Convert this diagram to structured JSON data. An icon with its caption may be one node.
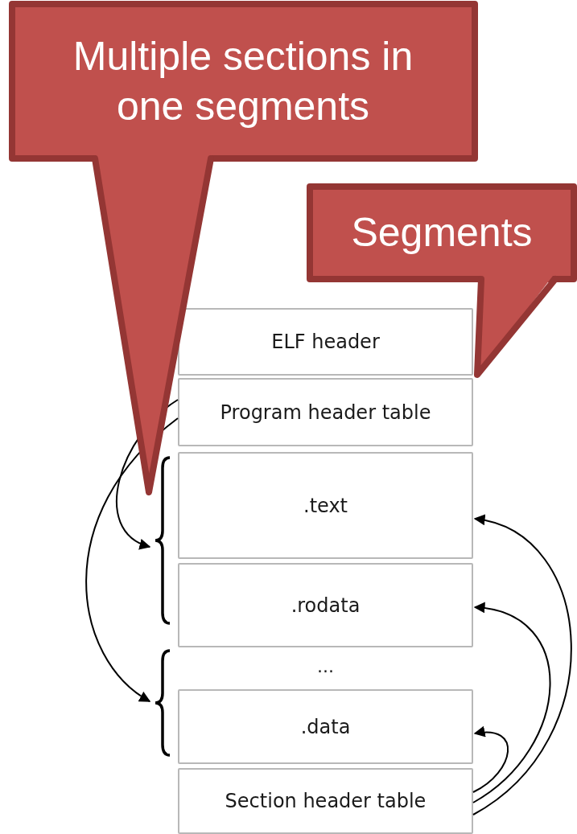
{
  "diagram": {
    "nodes": [
      {
        "text": [
          "Multiple sections in one segments"
        ]
      },
      {
        "text": [
          "Segments"
        ]
      },
      {
        "text": [
          "ELF header"
        ]
      },
      {
        "text": [
          "Program header table"
        ]
      },
      {
        "text": [
          ".text"
        ]
      },
      {
        "text": [
          ".rodata"
        ]
      },
      {
        "text": [
          ".data"
        ]
      },
      {
        "text": [
          "Section header table"
        ]
      },
      {
        "text": [],
        "shape": "brace"
      },
      {
        "text": [],
        "shape": "brace"
      }
    ],
    "edges": [
      {
        "from": 3,
        "to": 8,
        "arrow": "to"
      },
      {
        "from": 3,
        "to": 9,
        "arrow": "to"
      },
      {
        "from": 7,
        "to": 4,
        "arrow": "to"
      },
      {
        "from": 7,
        "to": 5,
        "arrow": "to"
      },
      {
        "from": 7,
        "to": 6,
        "arrow": "to"
      }
    ],
    "labels": [
      "..."
    ]
  }
}
